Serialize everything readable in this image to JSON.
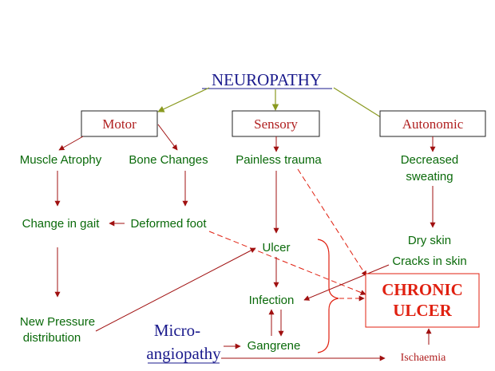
{
  "title": "NEUROPATHY",
  "motor_label": "Motor",
  "sensory_label": "Sensory",
  "autonomic_label": "Autonomic",
  "muscle_atrophy": "Muscle Atrophy",
  "bone_changes": "Bone Changes",
  "painless_trauma": "Painless trauma",
  "decreased_sweating_line1": "Decreased",
  "decreased_sweating_line2": "sweating",
  "change_in_gait": "Change in gait",
  "deformed_foot": "Deformed foot",
  "ulcer": "Ulcer",
  "dry_skin": "Dry skin",
  "cracks_in_skin": "Cracks in skin",
  "infection": "Infection",
  "chronic_ulcer_line1": "CHRONIC",
  "chronic_ulcer_line2": "ULCER",
  "new_pressure_line1": "New Pressure",
  "new_pressure_line2": "distribution",
  "microangiopathy_line1": "Micro-",
  "microangiopathy_line2": "angiopathy",
  "gangrene": "Gangrene",
  "ischaemia": "Ischaemia",
  "colors": {
    "title": "#1a1a8c",
    "category_text": "#b02020",
    "node_text": "#0a6a0a",
    "arrow": "#a01010",
    "olive_arrow": "#8a9a20",
    "chronic": "#e02010"
  }
}
